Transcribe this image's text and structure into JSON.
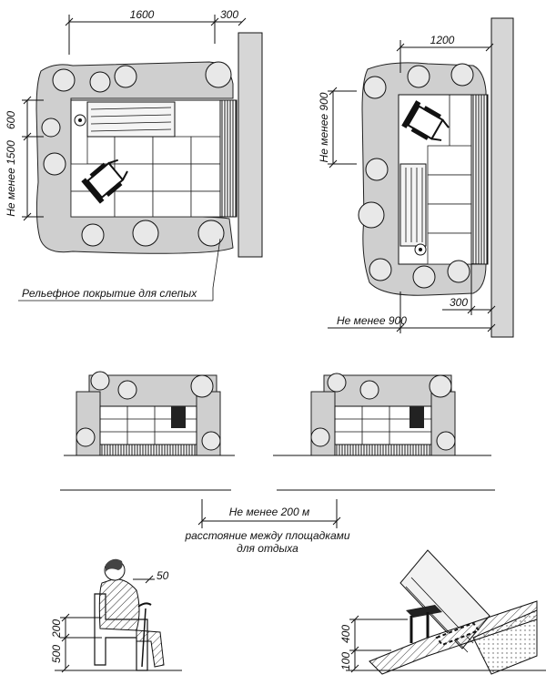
{
  "plan_left": {
    "dim_width": "1600",
    "dim_edge": "300",
    "dim_vertical_outer": "Не менее 1500",
    "dim_vertical_inner": "600",
    "tactile_label": "Рельефное покрытие для слепых"
  },
  "plan_right": {
    "dim_width": "1200",
    "dim_vertical": "Не менее 900",
    "dim_edge": "300",
    "dim_bottom": "Не менее 900"
  },
  "distance": {
    "value": "Не менее 200 м",
    "caption_line1": "расстояние между площадками",
    "caption_line2": "для отдыха"
  },
  "person": {
    "dim_top": "50",
    "dim_armrest": "200",
    "dim_seat": "500"
  },
  "bench": {
    "dim_armrest": "400",
    "dim_base": "100"
  }
}
